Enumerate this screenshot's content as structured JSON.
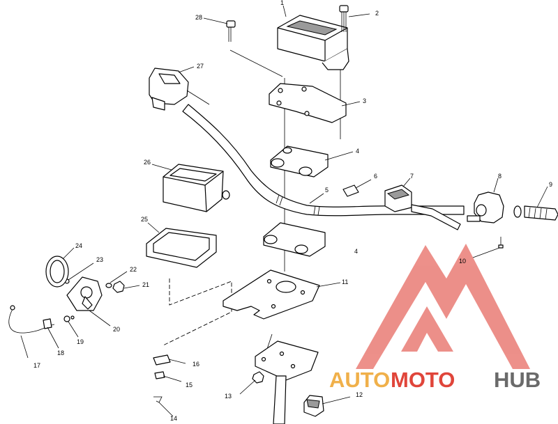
{
  "diagram": {
    "callouts": [
      {
        "id": "c1",
        "text": "1"
      },
      {
        "id": "c2",
        "text": "2"
      },
      {
        "id": "c3",
        "text": "3"
      },
      {
        "id": "c4a",
        "text": "4"
      },
      {
        "id": "c4b",
        "text": "4"
      },
      {
        "id": "c5",
        "text": "5"
      },
      {
        "id": "c6",
        "text": "6"
      },
      {
        "id": "c7",
        "text": "7"
      },
      {
        "id": "c8",
        "text": "8"
      },
      {
        "id": "c9",
        "text": "9"
      },
      {
        "id": "c10",
        "text": "10"
      },
      {
        "id": "c11",
        "text": "11"
      },
      {
        "id": "c12",
        "text": "12"
      },
      {
        "id": "c13",
        "text": "13"
      },
      {
        "id": "c14",
        "text": "14"
      },
      {
        "id": "c15",
        "text": "15"
      },
      {
        "id": "c16",
        "text": "16"
      },
      {
        "id": "c17",
        "text": "17"
      },
      {
        "id": "c18",
        "text": "18"
      },
      {
        "id": "c19",
        "text": "19"
      },
      {
        "id": "c20",
        "text": "20"
      },
      {
        "id": "c21",
        "text": "21"
      },
      {
        "id": "c22",
        "text": "22"
      },
      {
        "id": "c23",
        "text": "23"
      },
      {
        "id": "c24",
        "text": "24"
      },
      {
        "id": "c25",
        "text": "25"
      },
      {
        "id": "c26",
        "text": "26"
      },
      {
        "id": "c27",
        "text": "27"
      },
      {
        "id": "c28",
        "text": "28"
      }
    ]
  },
  "watermark": {
    "brand_part1": "AUTO",
    "brand_part2": "MOTO",
    "brand_part3": "HUB",
    "colors": {
      "auto": "#f0b04a",
      "moto": "#e0453a",
      "hub": "#6a6a6a",
      "logo": "#e0453a"
    }
  }
}
